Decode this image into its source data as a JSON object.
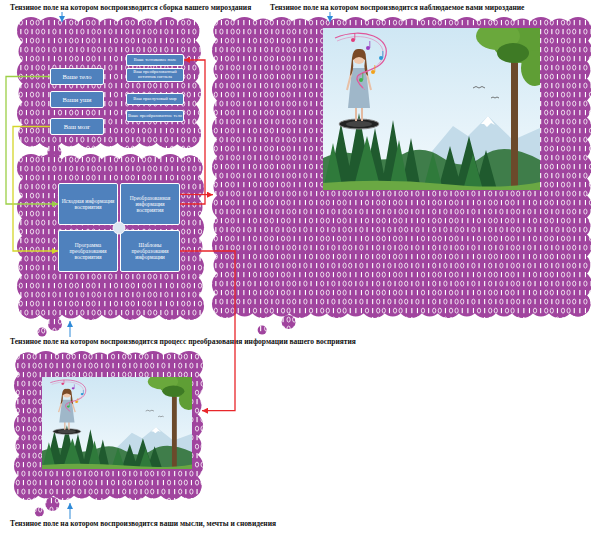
{
  "diagram": {
    "nodes": [
      {
        "text": [
          "Тензиное поле на котором воспроизводится сборка вашего мироздания"
        ]
      },
      {
        "text": [
          "Ваше тело"
        ],
        "in": 0
      },
      {
        "text": [
          "Ваши уши"
        ],
        "in": 0
      },
      {
        "text": [
          "Ваш мозг"
        ],
        "in": 0
      },
      {
        "text": [
          "Ваше тензиковое поле"
        ],
        "in": 0
      },
      {
        "text": [
          "Ваш преобразованный источник сигнала"
        ],
        "in": 0
      },
      {
        "text": [
          "Ваш праслуховый мир"
        ],
        "in": 0
      },
      {
        "text": [
          "Ваше преобразованное тело"
        ],
        "in": 0
      },
      {
        "text": [
          "Тензиное поле на котором воспроизводится наблюдаемое вами мироздание"
        ]
      },
      {
        "text": [
          "Тензиное поле на котором воспроизводится процесс преобразования информации вашего восприятия"
        ]
      },
      {
        "text": [
          "Исходная информация восприятия"
        ],
        "in": 9
      },
      {
        "text": [
          "Преобразованная информация восприятия"
        ],
        "in": 9
      },
      {
        "text": [
          "Программа преобразования восприятия"
        ],
        "in": 9
      },
      {
        "text": [
          "Шаблоны преобразования информации"
        ],
        "in": 9
      },
      {
        "text": [
          "Тензиное поле на котором воспроизводится ваши мысли, мечты и сновидения"
        ]
      }
    ],
    "edges": [
      {
        "from": 11,
        "to": 4,
        "arrow": "to"
      },
      {
        "from": 11,
        "to": 8,
        "arrow": "to"
      },
      {
        "from": 13,
        "to": 14,
        "arrow": "to"
      },
      {
        "from": 1,
        "to": 10,
        "arrow": "to"
      },
      {
        "from": 3,
        "to": 12,
        "arrow": "to"
      }
    ]
  }
}
